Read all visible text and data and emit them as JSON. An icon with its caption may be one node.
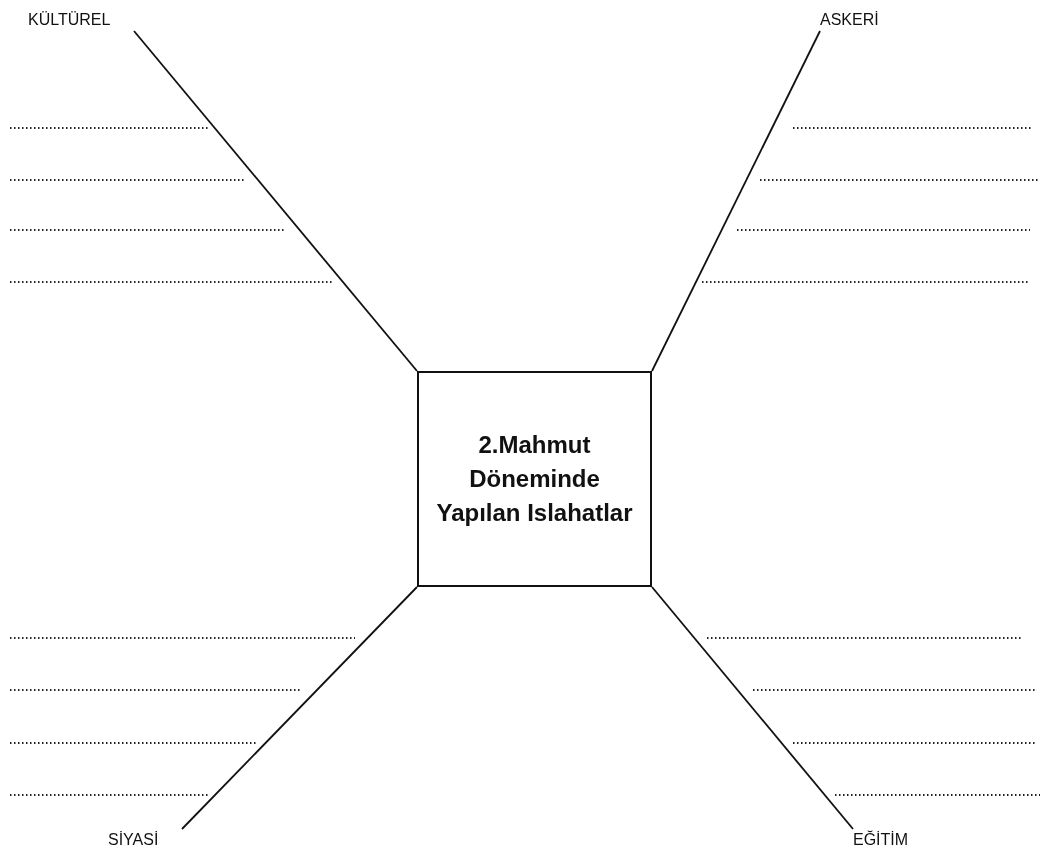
{
  "diagram": {
    "nodes": [
      {
        "text": [
          "2.Mahmut Döneminde Yapılan Islahatlar"
        ]
      },
      {
        "text": [
          "KÜLTÜREL"
        ]
      },
      {
        "text": [
          "ASKERİ"
        ]
      },
      {
        "text": [
          "SİYASİ"
        ]
      },
      {
        "text": [
          "EĞİTİM"
        ]
      }
    ],
    "edges": [
      {
        "from": 0,
        "to": 1,
        "arrow": "none"
      },
      {
        "from": 0,
        "to": 2,
        "arrow": "none"
      },
      {
        "from": 0,
        "to": 3,
        "arrow": "none"
      },
      {
        "from": 0,
        "to": 4,
        "arrow": "none"
      }
    ]
  }
}
